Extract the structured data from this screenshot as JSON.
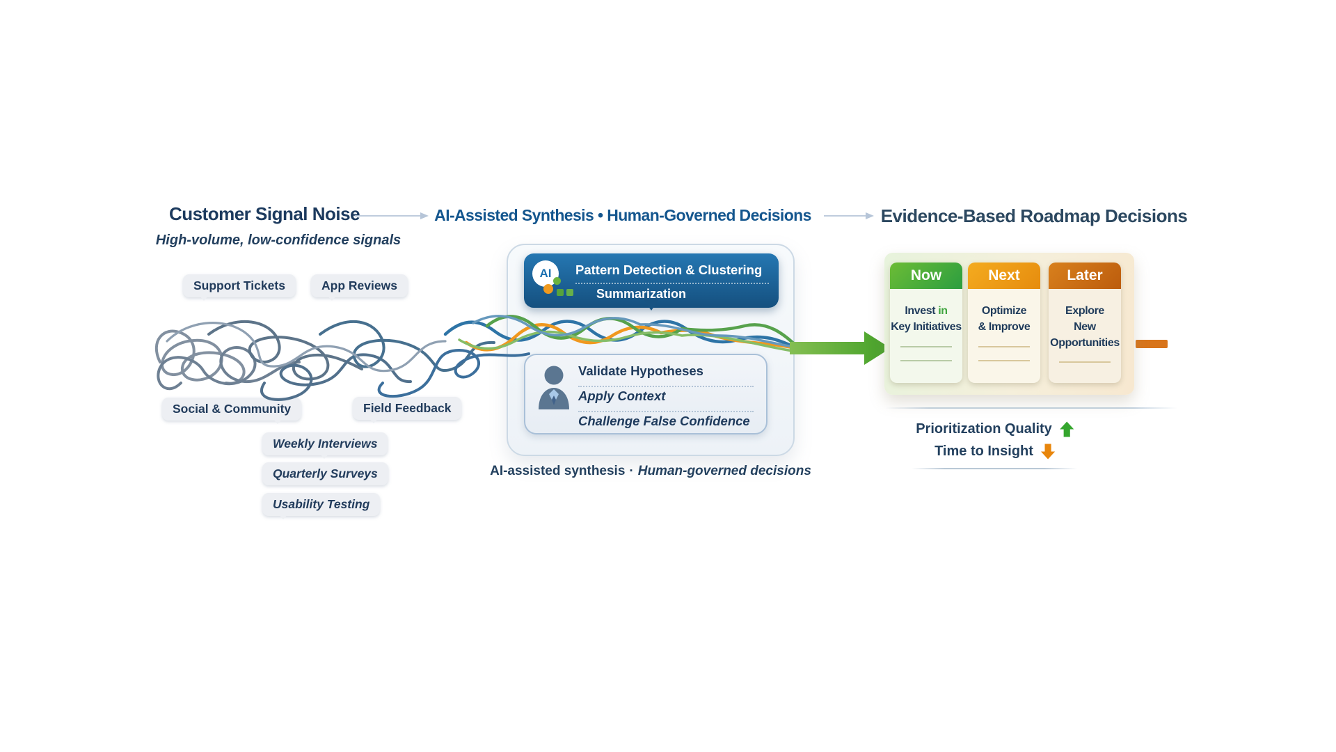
{
  "headers": {
    "flow1": {
      "title": "Customer Signal Noise",
      "subtitle": "High-volume, low-confidence signals"
    },
    "flow2": {
      "title": "AI-Assisted Synthesis • Human-Governed Decisions"
    },
    "flow3": {
      "title": "Evidence-Based Roadmap Decisions"
    }
  },
  "chips": [
    {
      "label": "Support Tickets"
    },
    {
      "label": "App Reviews"
    },
    {
      "label": "Social & Community"
    },
    {
      "label": "Field Feedback"
    },
    {
      "label": "Weekly Interviews"
    },
    {
      "label": "Quarterly Surveys"
    },
    {
      "label": "Usability Testing"
    }
  ],
  "synthesis": {
    "ai_badge": "AI",
    "ai_item1": "Pattern Detection & Clustering",
    "ai_item2": "Summarization",
    "human_item1": "Validate Hypotheses",
    "human_item2": "Apply Context",
    "human_item3": "Challenge False Confidence",
    "caption_left": "AI-assisted synthesis",
    "caption_dot": "·",
    "caption_right": "Human-governed decisions"
  },
  "roadmap": {
    "cards": [
      {
        "header": "Now",
        "body_prefix": "Invest ",
        "body_accent": "in",
        "body_line2": "Key Initiatives"
      },
      {
        "header": "Next",
        "body_line1": "Optimize",
        "body_line2": "& Improve"
      },
      {
        "header": "Later",
        "body_line1": "Explore",
        "body_line2": "New",
        "body_line3": "Opportunities"
      }
    ]
  },
  "metrics": {
    "metric1": {
      "label": "Prioritization Quality",
      "direction": "up"
    },
    "metric2": {
      "label": "Time to Insight",
      "direction": "down"
    }
  },
  "colors": {
    "accent_green": "#3fa53f",
    "accent_orange": "#e8860c",
    "ai_blue": "#15507f",
    "navy": "#1d3c5e",
    "now_green": "#2c9e40",
    "next_amber": "#e68c0e",
    "later_orange": "#bc5c0d"
  }
}
